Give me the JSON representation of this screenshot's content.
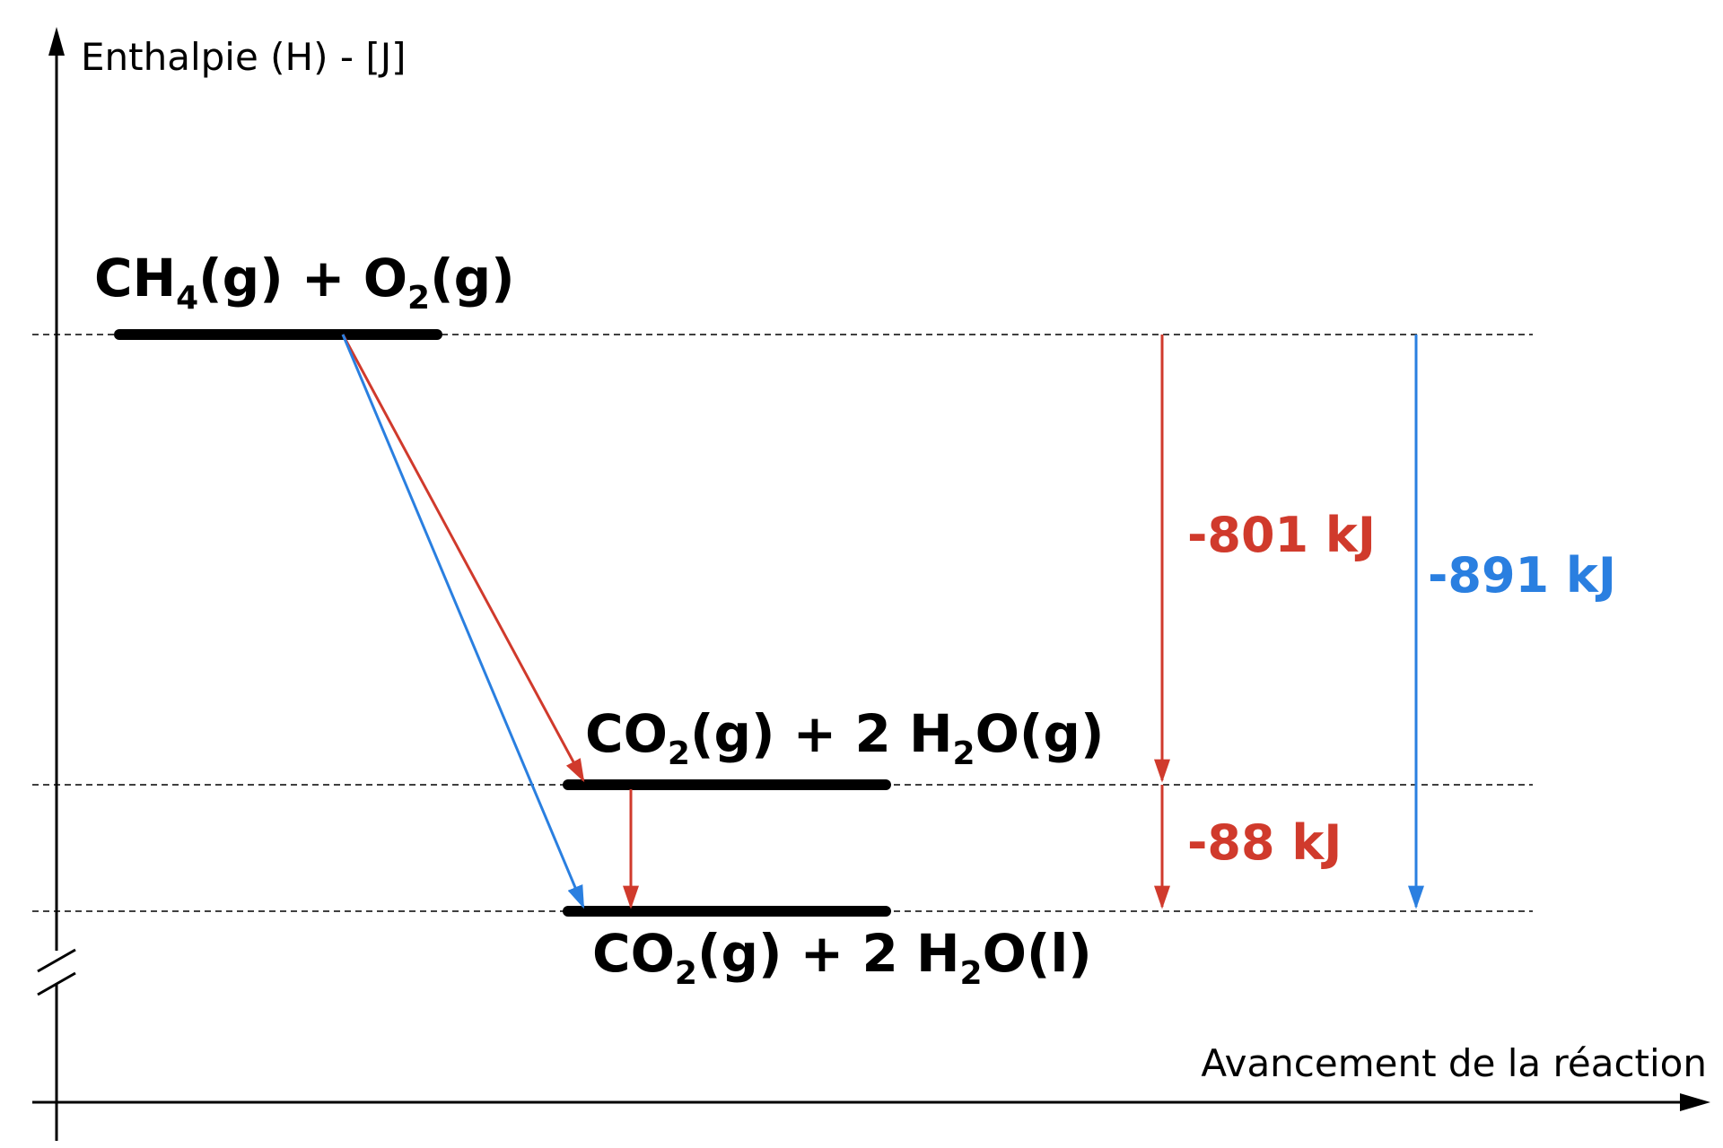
{
  "axes": {
    "y_label": "Enthalpie (H) - [J]",
    "x_label": "Avancement de la réaction"
  },
  "levels": {
    "reactants": {
      "parts": [
        "CH",
        "4",
        "(g) + O",
        "2",
        "(g)"
      ]
    },
    "products_gas": {
      "parts": [
        "CO",
        "2",
        "(g) + 2 H",
        "2",
        "O(g)"
      ]
    },
    "products_liquid": {
      "parts": [
        "CO",
        "2",
        "(g) + 2 H",
        "2",
        "O(l)"
      ]
    }
  },
  "deltas": {
    "combustion_gas": {
      "label": "-801 kJ",
      "value_kj": -801
    },
    "condensation": {
      "label": "-88 kJ",
      "value_kj": -88
    },
    "combustion_liquid": {
      "label": "-891 kJ",
      "value_kj": -891
    }
  },
  "colors": {
    "red": "#d03a2c",
    "blue": "#2a7fe0",
    "black": "#000000"
  }
}
